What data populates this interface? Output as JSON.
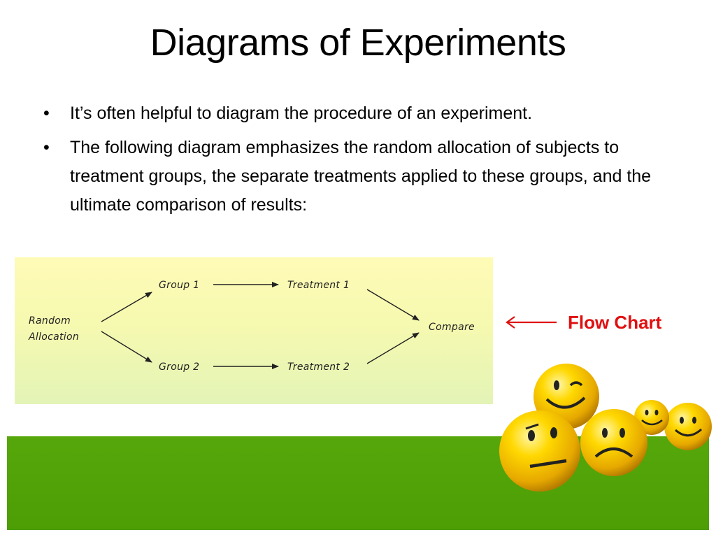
{
  "slide": {
    "title": "Diagrams of Experiments",
    "bullets": [
      "It’s often helpful to diagram the procedure of an experiment.",
      "The following diagram emphasizes the random allocation of subjects to treatment groups, the separate treatments applied to these groups, and the ultimate comparison of results:"
    ],
    "bullet_glyph": "•"
  },
  "flow_chart": {
    "random_line1": "Random",
    "random_line2": "Allocation",
    "group1": "Group 1",
    "group2": "Group 2",
    "treatment1": "Treatment 1",
    "treatment2": "Treatment 2",
    "compare": "Compare"
  },
  "callout": {
    "label": "Flow Chart",
    "color": "#e01010",
    "arrow_icon": "left-arrow-icon"
  },
  "decor": {
    "grass_color": "#4fa306",
    "smiley_color": "#f5c800",
    "smileys": [
      "winking-smiley",
      "happy-smiley",
      "frowning-smiley",
      "neutral-smiley",
      "happy-smiley"
    ]
  }
}
